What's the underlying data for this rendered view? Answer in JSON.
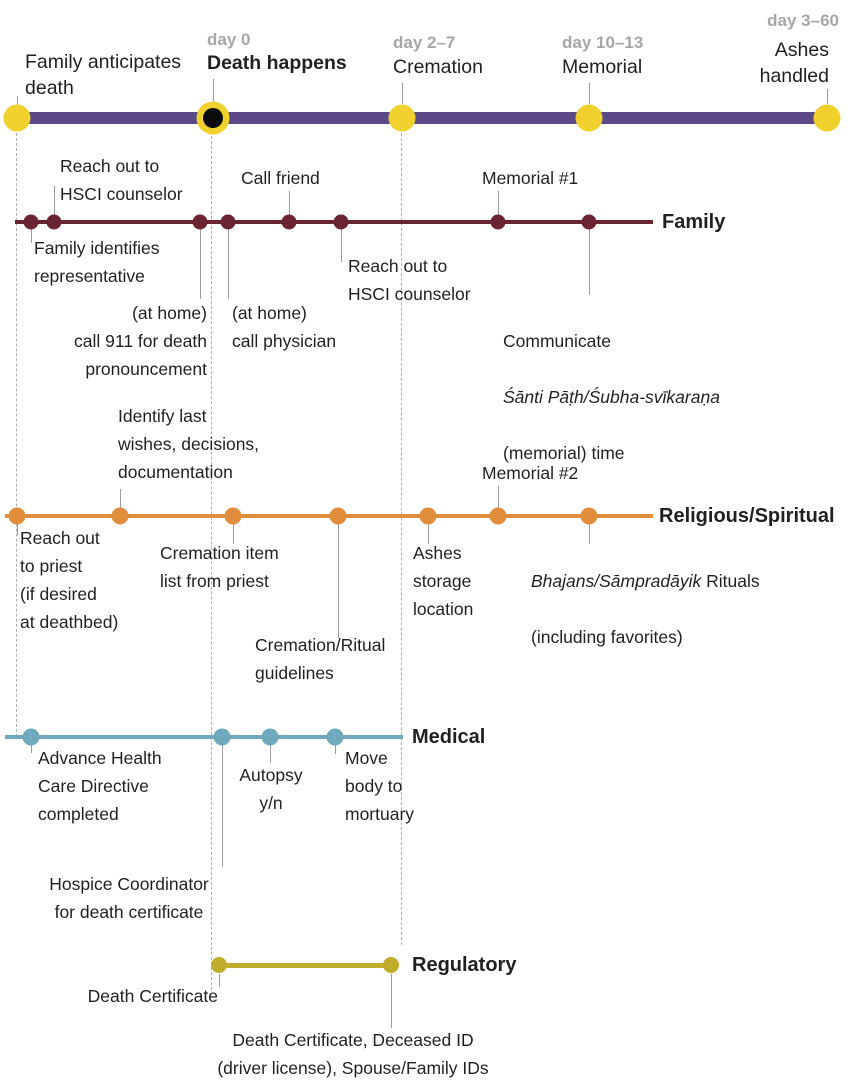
{
  "palette": {
    "timeline_purple": "#5b4a87",
    "milestone_yellow": "#f0d12e",
    "death_dot_black": "#0b0b0b",
    "family_maroon": "#6b2431",
    "religious_orange": "#e08e3c",
    "medical_teal": "#6ea9bd",
    "regulatory_olive": "#bfad2b",
    "day_label_gray": "#a6a6a6",
    "text_dark": "#231f20",
    "leader_gray": "#9b9b9b",
    "guide_dash_gray": "#b0b0b0"
  },
  "main_timeline": {
    "milestones": [
      {
        "day": "",
        "title": "Family anticipates\ndeath"
      },
      {
        "day": "day 0",
        "title": "Death happens"
      },
      {
        "day": "day 2–7",
        "title": "Cremation"
      },
      {
        "day": "day 10–13",
        "title": "Memorial"
      },
      {
        "day": "day 3–60",
        "title": "Ashes\nhandled"
      }
    ]
  },
  "lanes": {
    "family": {
      "label": "Family",
      "events": [
        {
          "text": "Reach out to\nHSCI counselor"
        },
        {
          "text": "Call friend"
        },
        {
          "text": "Memorial #1"
        },
        {
          "text": "Family identifies\nrepresentative"
        },
        {
          "text": "(at home)\ncall 911 for death\npronouncement"
        },
        {
          "text": "(at home)\ncall physician"
        },
        {
          "text": "Reach out to\nHSCI counselor"
        },
        {
          "line1": "Communicate",
          "line2_italic": "Śānti Pāṭh/Śubha-svīkaraṇa",
          "line3": "(memorial) time"
        }
      ]
    },
    "religious": {
      "label": "Religious/Spiritual",
      "events": [
        {
          "text": "Identify last\nwishes, decisions,\ndocumentation"
        },
        {
          "text": "Reach out\nto priest\n(if desired\nat deathbed)"
        },
        {
          "text": "Cremation item\nlist from priest"
        },
        {
          "text": "Cremation/Ritual\nguidelines"
        },
        {
          "text": "Ashes\nstorage\nlocation"
        },
        {
          "text": "Memorial #2"
        },
        {
          "italic": "Bhajans/Sāmpradāyik",
          "rest": " Rituals",
          "line2": "(including favorites)"
        }
      ]
    },
    "medical": {
      "label": "Medical",
      "events": [
        {
          "text": "Advance Health\nCare Directive\ncompleted"
        },
        {
          "text": "Autopsy\ny/n"
        },
        {
          "text": "Move\nbody to\nmortuary"
        },
        {
          "text": "Hospice Coordinator\nfor death certificate"
        }
      ]
    },
    "regulatory": {
      "label": "Regulatory",
      "events": [
        {
          "text": "Death Certificate"
        },
        {
          "text": "Death Certificate, Deceased ID\n(driver license), Spouse/Family IDs"
        }
      ]
    }
  }
}
